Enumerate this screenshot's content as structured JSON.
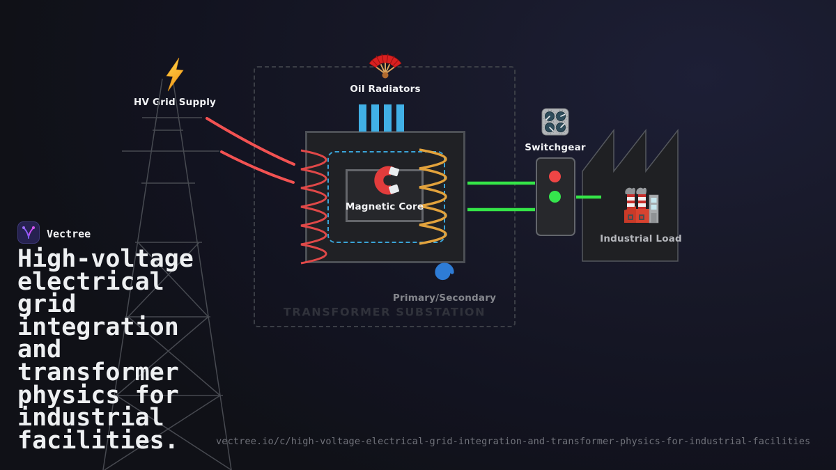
{
  "brand": {
    "name": "Vectree"
  },
  "headline": {
    "lines": [
      "High-voltage",
      "electrical",
      "grid",
      "integration",
      "and",
      "transformer",
      "physics for",
      "industrial",
      "facilities."
    ]
  },
  "page_url": "vectree.io/c/high-voltage-electrical-grid-integration-and-transformer-physics-for-industrial-facilities",
  "diagram": {
    "hv_grid_supply": {
      "label": "HV Grid Supply",
      "icon": "lightning-bolt"
    },
    "substation": {
      "title": "TRANSFORMER SUBSTATION",
      "oil_radiators": {
        "label": "Oil Radiators",
        "icon": "folding-fan",
        "fin_count": 4
      },
      "magnetic_core": {
        "label": "Magnetic Core",
        "icon": "horseshoe-magnet"
      },
      "windings": {
        "label": "Primary/Secondary",
        "icon": "spiral"
      }
    },
    "switchgear": {
      "label": "Switchgear",
      "icon": "control-knobs",
      "indicators": [
        "red",
        "green"
      ]
    },
    "industrial_load": {
      "label": "Industrial Load",
      "icon": "factory"
    },
    "colors": {
      "primary_winding": "#e04848",
      "secondary_winding": "#e2a23c",
      "power_flow_green": "#35e548",
      "hv_line_red": "#f25252",
      "radiator_fin_blue": "#41b0e6",
      "core_boundary_cyan": "#3aa4d8",
      "indicator_red": "#ee4545",
      "indicator_green": "#35e54d"
    }
  }
}
